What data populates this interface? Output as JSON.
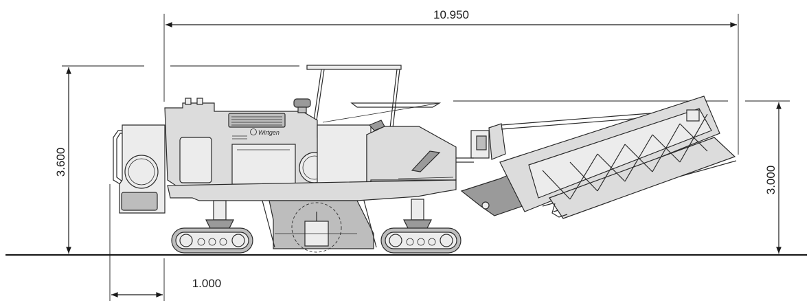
{
  "dimensions": {
    "overall_length": "10.950",
    "overall_height": "3.600",
    "conveyor_height": "3.000",
    "front_overhang": "1.000"
  },
  "branding": {
    "logo_text": "Wirtgen"
  }
}
